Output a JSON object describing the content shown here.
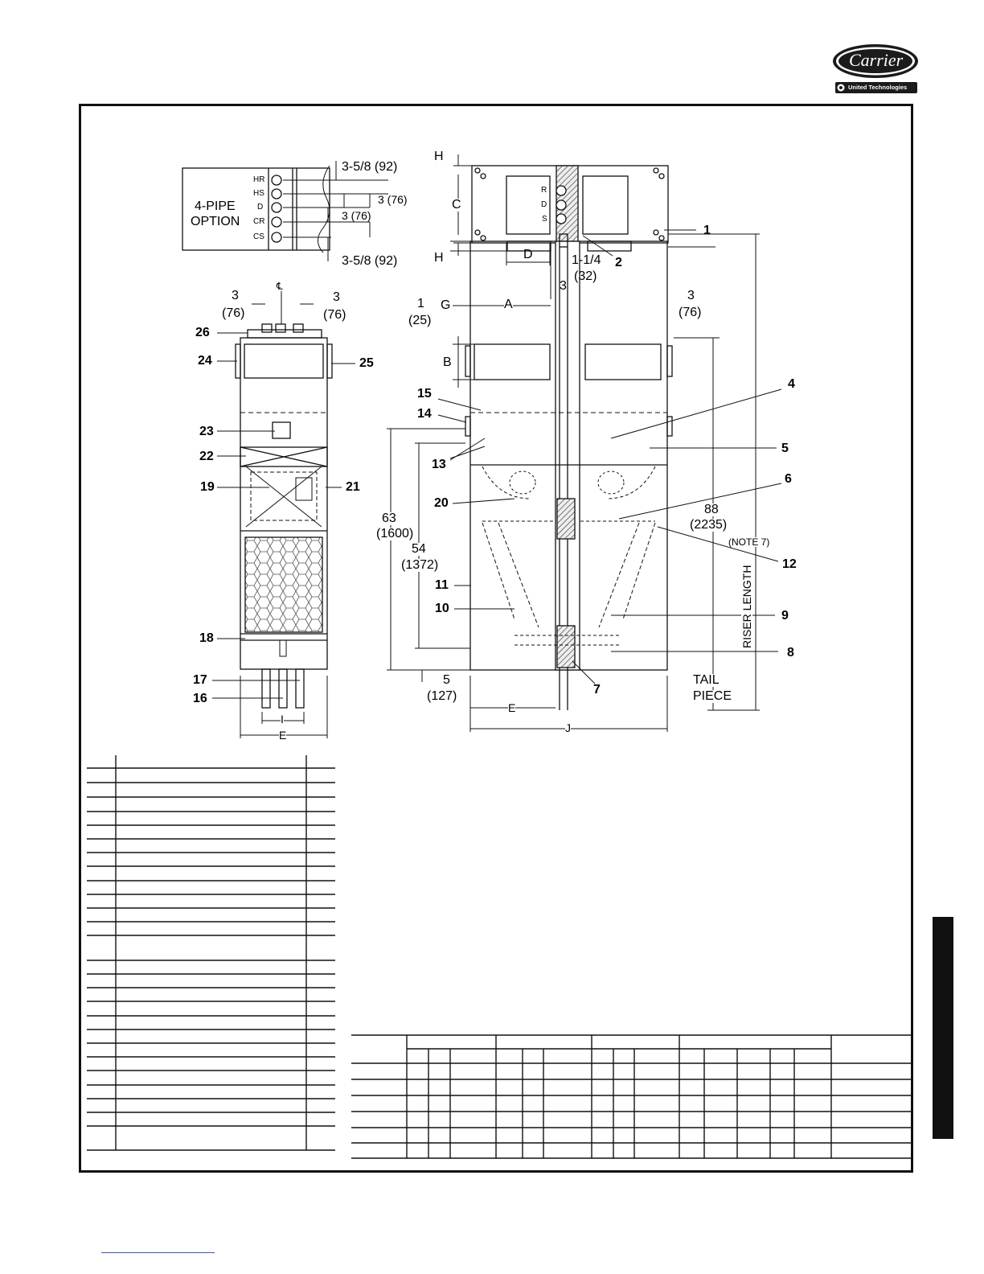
{
  "logo": {
    "brand": "Carrier",
    "tagline": "United Technologies"
  },
  "pipe_option_view": {
    "title_line1": "4-PIPE",
    "title_line2": "OPTION",
    "connections": [
      "HR",
      "HS",
      "D",
      "CR",
      "CS"
    ],
    "dim_top": "3-5/8 (92)",
    "dim_mid1": "3 (76)",
    "dim_mid2": "3 (76)",
    "dim_bottom": "3-5/8 (92)"
  },
  "top_view": {
    "label_h_top": "H",
    "label_h_bottom": "H",
    "label_c": "C",
    "label_d": "D",
    "riser_labels": [
      "R",
      "D",
      "S"
    ],
    "dim_riser": "1-1/4",
    "dim_riser_mm": "(32)",
    "callout_1": "1",
    "callout_2": "2"
  },
  "side_view": {
    "dim_left": "3",
    "dim_left_mm": "(76)",
    "dim_right": "3",
    "dim_right_mm": "(76)",
    "centerline": "℄",
    "callouts": [
      "26",
      "24",
      "25",
      "23",
      "22",
      "19",
      "21",
      "18",
      "17",
      "16"
    ],
    "label_i": "I",
    "label_e": "E"
  },
  "front_view": {
    "dim_g": "G",
    "dim_a": "A",
    "dim_1": "1",
    "dim_1_mm": "(25)",
    "dim_b": "B",
    "dim_3_top": "3",
    "dim_3_right": "3",
    "dim_3_right_mm": "(76)",
    "dim_63": "63",
    "dim_63_mm": "(1600)",
    "dim_54": "54",
    "dim_54_mm": "(1372)",
    "dim_88": "88",
    "dim_88_mm": "(2235)",
    "note_7": "(NOTE 7)",
    "riser_length": "RISER LENGTH",
    "dim_5": "5",
    "dim_5_mm": "(127)",
    "tail_piece_1": "TAIL",
    "tail_piece_2": "PIECE",
    "label_e": "E",
    "label_j": "J",
    "callouts": [
      "15",
      "14",
      "13",
      "20",
      "11",
      "10",
      "4",
      "5",
      "6",
      "12",
      "9",
      "8",
      "7"
    ]
  }
}
